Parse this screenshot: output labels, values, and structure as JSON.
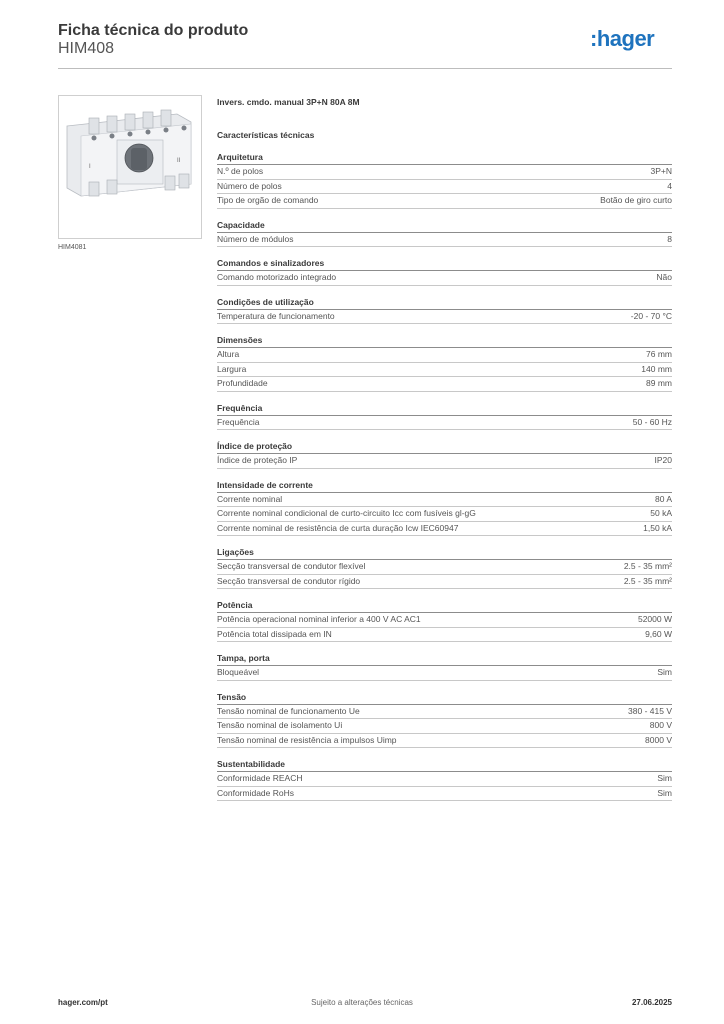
{
  "header": {
    "title": "Ficha técnica do produto",
    "subtitle": "HIM408",
    "logo_text": ":hager",
    "accent_color": "#1e73be"
  },
  "image": {
    "caption": "HIM4081",
    "icon": "switch-disconnector-product-photo"
  },
  "product": {
    "name": "Invers. cmdo. manual 3P+N 80A 8M",
    "section_title": "Características técnicas"
  },
  "groups": [
    {
      "title": "Arquitetura",
      "rows": [
        {
          "label": "N.º de polos",
          "value": "3P+N"
        },
        {
          "label": "Número de polos",
          "value": "4"
        },
        {
          "label": "Tipo de orgão de comando",
          "value": "Botão de giro curto"
        }
      ]
    },
    {
      "title": "Capacidade",
      "rows": [
        {
          "label": "Número de módulos",
          "value": "8"
        }
      ]
    },
    {
      "title": "Comandos e sinalizadores",
      "rows": [
        {
          "label": "Comando motorizado integrado",
          "value": "Não"
        }
      ]
    },
    {
      "title": "Condições de utilização",
      "rows": [
        {
          "label": "Temperatura de funcionamento",
          "value": "-20 - 70 °C"
        }
      ]
    },
    {
      "title": "Dimensões",
      "rows": [
        {
          "label": "Altura",
          "value": "76 mm"
        },
        {
          "label": "Largura",
          "value": "140 mm"
        },
        {
          "label": "Profundidade",
          "value": "89 mm"
        }
      ]
    },
    {
      "title": "Frequência",
      "rows": [
        {
          "label": "Frequência",
          "value": "50 - 60 Hz"
        }
      ]
    },
    {
      "title": "Índice de proteção",
      "rows": [
        {
          "label": "Índice de proteção IP",
          "value": "IP20"
        }
      ]
    },
    {
      "title": "Intensidade de corrente",
      "rows": [
        {
          "label": "Corrente nominal",
          "value": "80 A"
        },
        {
          "label": "Corrente nominal condicional de curto-circuito Icc com fusíveis gl-gG",
          "value": "50 kA"
        },
        {
          "label": "Corrente nominal de resistência de curta duração Icw IEC60947",
          "value": "1,50 kA"
        }
      ]
    },
    {
      "title": "Ligações",
      "rows": [
        {
          "label": "Secção transversal de condutor flexível",
          "value": "2.5 - 35 mm²"
        },
        {
          "label": "Secção transversal de condutor rígido",
          "value": "2.5 - 35 mm²"
        }
      ]
    },
    {
      "title": "Potência",
      "rows": [
        {
          "label": "Potência operacional nominal inferior a 400 V AC AC1",
          "value": "52000 W"
        },
        {
          "label": "Potência total dissipada em IN",
          "value": "9,60 W"
        }
      ]
    },
    {
      "title": "Tampa, porta",
      "rows": [
        {
          "label": "Bloqueável",
          "value": "Sim"
        }
      ]
    },
    {
      "title": "Tensão",
      "rows": [
        {
          "label": "Tensão nominal de funcionamento Ue",
          "value": "380 - 415 V"
        },
        {
          "label": "Tensão nominal de isolamento Ui",
          "value": "800 V"
        },
        {
          "label": "Tensão nominal de resistência a impulsos Uimp",
          "value": "8000 V"
        }
      ]
    },
    {
      "title": "Sustentabilidade",
      "rows": [
        {
          "label": "Conformidade REACH",
          "value": "Sim"
        },
        {
          "label": "Conformidade RoHs",
          "value": "Sim"
        }
      ]
    }
  ],
  "footer": {
    "left": "hager.com/pt",
    "center": "Sujeito a alterações técnicas",
    "right": "27.06.2025"
  }
}
